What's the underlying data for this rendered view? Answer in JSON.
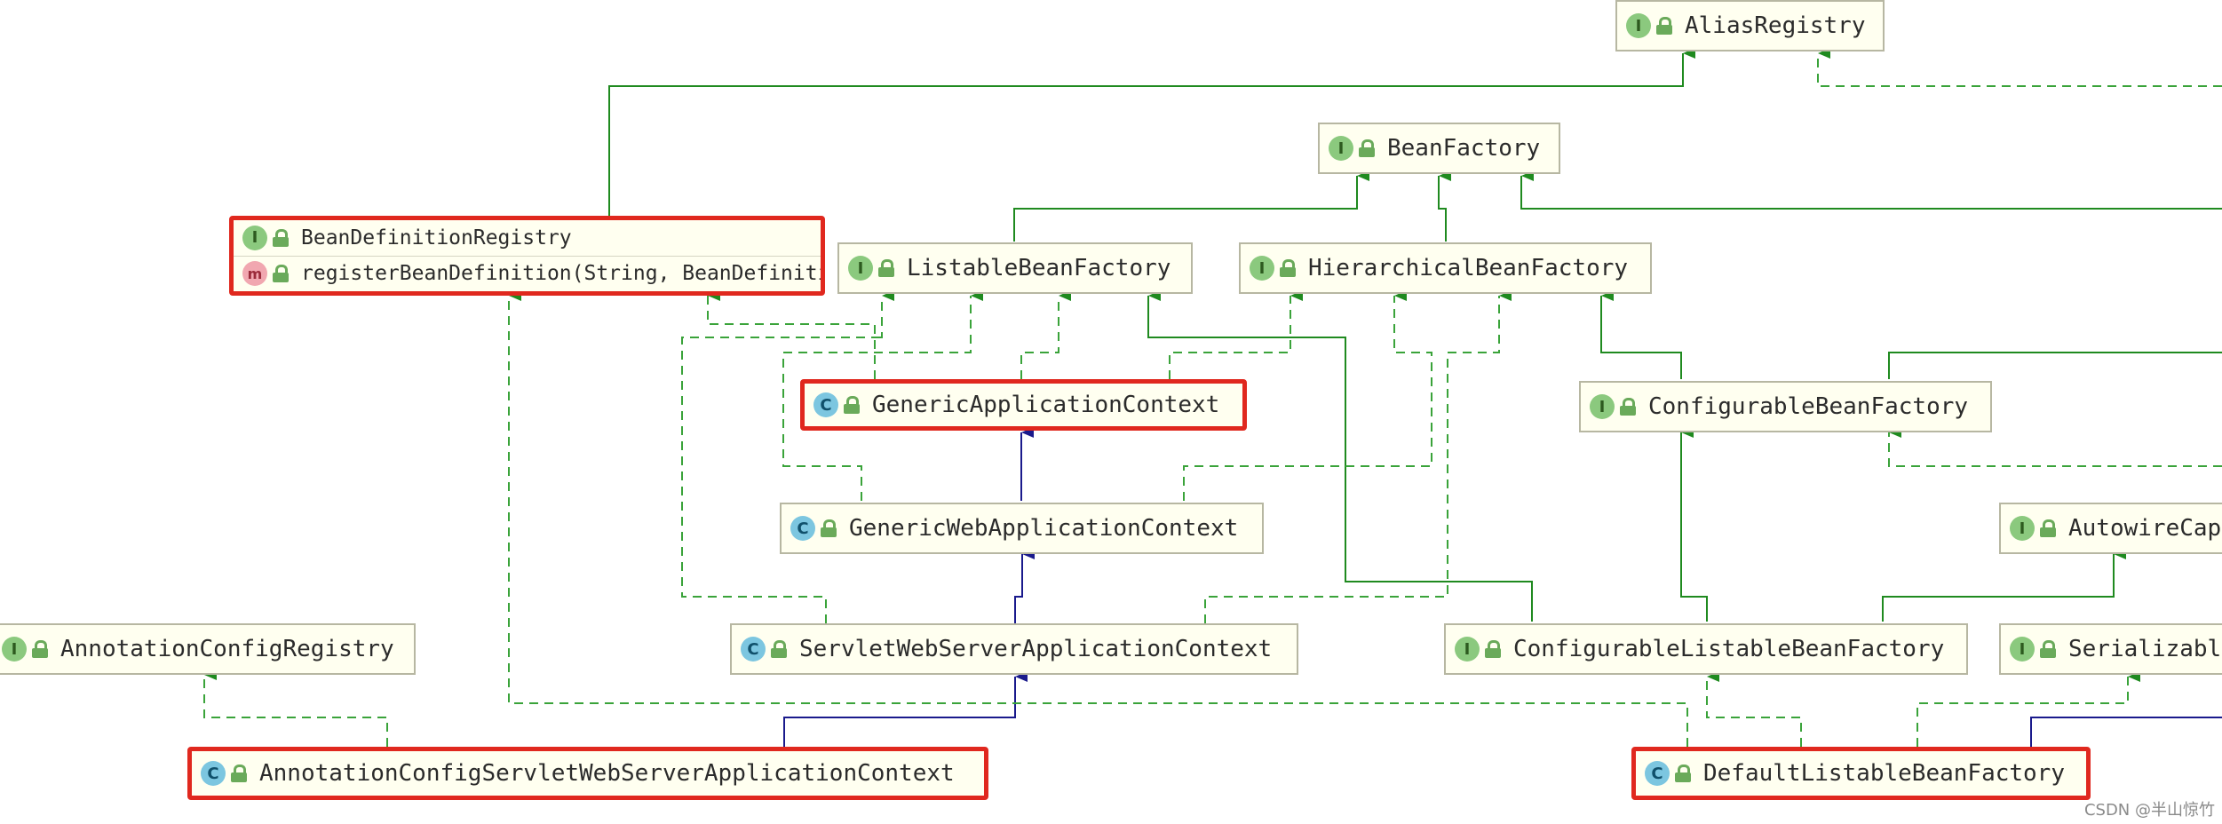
{
  "diagram": {
    "nodes": {
      "alias_registry": {
        "kind": "interface",
        "label": "AliasRegistry"
      },
      "bean_factory": {
        "kind": "interface",
        "label": "BeanFactory"
      },
      "bean_definition_registry": {
        "kind": "interface",
        "label": "BeanDefinitionRegistry",
        "method": "registerBeanDefinition(String, BeanDefinitivoid"
      },
      "listable_bean_factory": {
        "kind": "interface",
        "label": "ListableBeanFactory"
      },
      "hierarchical_bean_factory": {
        "kind": "interface",
        "label": "HierarchicalBeanFactory"
      },
      "generic_application_context": {
        "kind": "class",
        "label": "GenericApplicationContext"
      },
      "configurable_bean_factory": {
        "kind": "interface",
        "label": "ConfigurableBeanFactory"
      },
      "generic_web_application_context": {
        "kind": "class",
        "label": "GenericWebApplicationContext"
      },
      "autowire_capable": {
        "kind": "interface",
        "label": "AutowireCap"
      },
      "annotation_config_registry": {
        "kind": "interface",
        "label": "AnnotationConfigRegistry"
      },
      "servlet_web_server_application_context": {
        "kind": "class",
        "label": "ServletWebServerApplicationContext"
      },
      "configurable_listable_bean_factory": {
        "kind": "interface",
        "label": "ConfigurableListableBeanFactory"
      },
      "serializable": {
        "kind": "interface",
        "label": "Serializabl"
      },
      "annotation_config_servlet_web_server_application_context": {
        "kind": "class",
        "label": "AnnotationConfigServletWebServerApplicationContext"
      },
      "default_listable_bean_factory": {
        "kind": "class",
        "label": "DefaultListableBeanFactory"
      }
    },
    "badges": {
      "interface": "I",
      "class": "C",
      "method": "m"
    },
    "highlighted": [
      "bean_definition_registry",
      "generic_application_context",
      "annotation_config_servlet_web_server_application_context",
      "default_listable_bean_factory"
    ],
    "colors": {
      "extends_interface": "#1f8a1f",
      "extends_class": "#1a1a8c",
      "implements": "#3aa33a",
      "highlight": "#e0281e",
      "node_fill": "#fffff0"
    }
  },
  "watermark": "CSDN @半山惊竹"
}
